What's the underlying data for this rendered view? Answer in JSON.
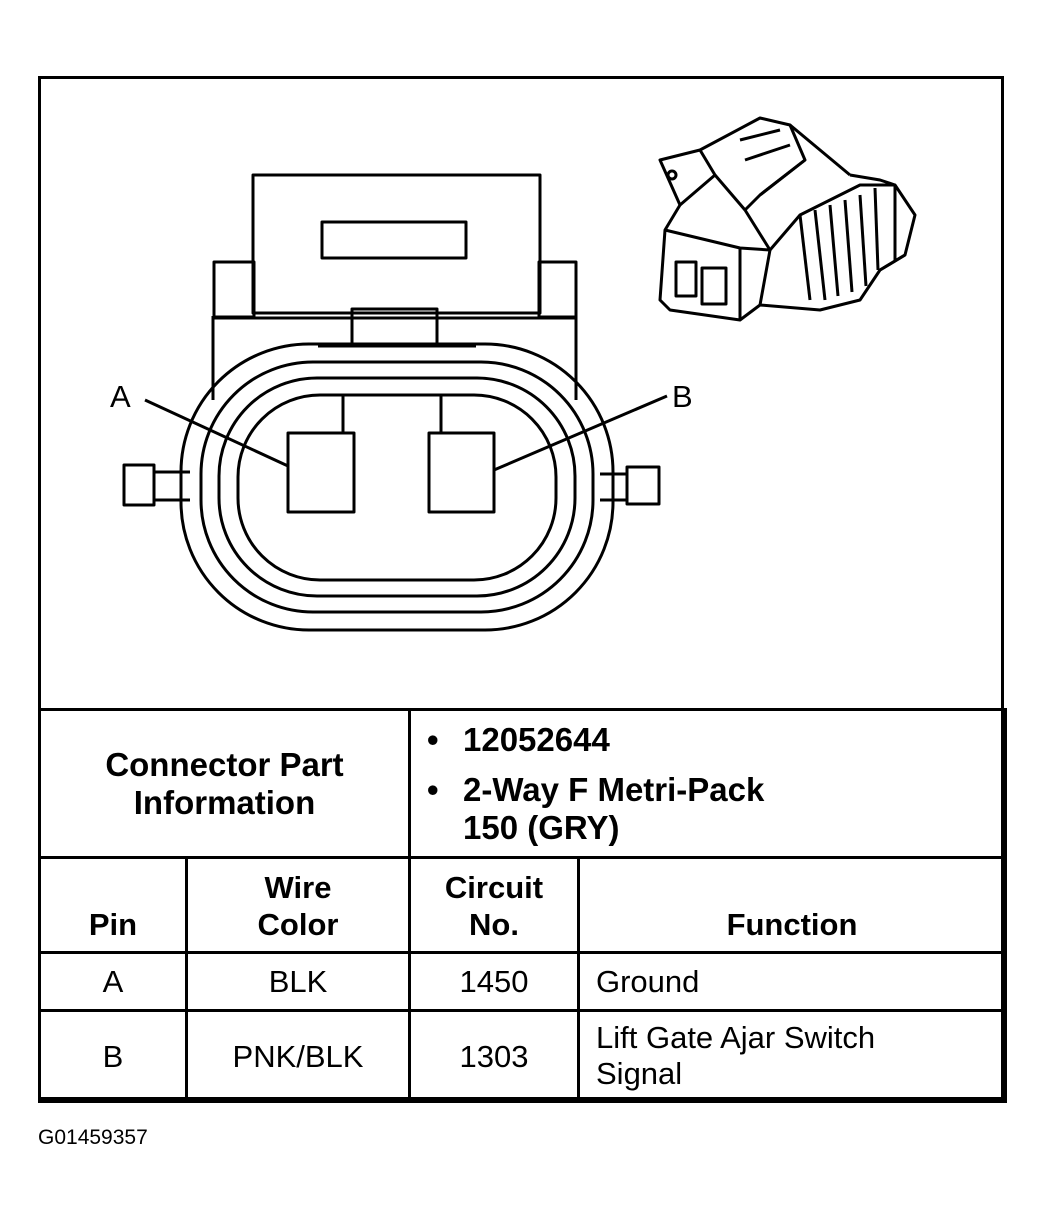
{
  "diagram": {
    "pin_labels": [
      "A",
      "B"
    ]
  },
  "connector_info": {
    "label_line1": "Connector Part",
    "label_line2": "Information",
    "bullet": "•",
    "part_number": "12052644",
    "type_line1": "2-Way F Metri-Pack",
    "type_line2": "150 (GRY)"
  },
  "pin_table": {
    "headers": {
      "pin": "Pin",
      "wire_color_line1": "Wire",
      "wire_color_line2": "Color",
      "circuit_line1": "Circuit",
      "circuit_line2": "No.",
      "function": "Function"
    },
    "rows": [
      {
        "pin": "A",
        "wire_color": "BLK",
        "circuit": "1450",
        "function_line1": "Ground",
        "function_line2": ""
      },
      {
        "pin": "B",
        "wire_color": "PNK/BLK",
        "circuit": "1303",
        "function_line1": "Lift Gate Ajar Switch",
        "function_line2": "Signal"
      }
    ]
  },
  "figure_id": "G01459357"
}
